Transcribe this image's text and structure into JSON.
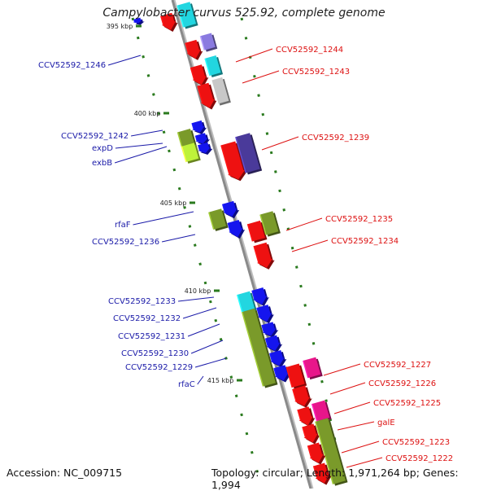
{
  "title": "Campylobacter curvus 525.92, complete genome",
  "footer": {
    "accession": "Accession: NC_009715",
    "summary": "Topology: circular; Length: 1,971,264 bp; Genes: 1,994"
  },
  "colors": {
    "backbone": "#8a8a8a",
    "tick": "#2a7a1e",
    "left_label": "#1a1aa8",
    "right_label": "#dd1111",
    "red": "#ee1111",
    "blue": "#1515ee",
    "cyan": "#22d6e0",
    "olive": "#7a9a2a",
    "lime": "#bef23a",
    "purple": "#4a3a9a",
    "lavender": "#8a7ae0",
    "gray": "#c8c8c8",
    "magenta": "#e8168a"
  },
  "scale_labels": [
    "395 kbp",
    "400 kbp",
    "405 kbp",
    "410 kbp",
    "415 kbp"
  ],
  "left_labels": [
    "CCV52592_1246",
    "CCV52592_1242",
    "expD",
    "exbB",
    "rfaF",
    "CCV52592_1236",
    "CCV52592_1233",
    "CCV52592_1232",
    "CCV52592_1231",
    "CCV52592_1230",
    "CCV52592_1229",
    "rfaC"
  ],
  "right_labels": [
    "CCV52592_1244",
    "CCV52592_1243",
    "CCV52592_1239",
    "CCV52592_1235",
    "CCV52592_1234",
    "CCV52592_1227",
    "CCV52592_1226",
    "CCV52592_1225",
    "galE",
    "CCV52592_1223",
    "CCV52592_1222"
  ]
}
